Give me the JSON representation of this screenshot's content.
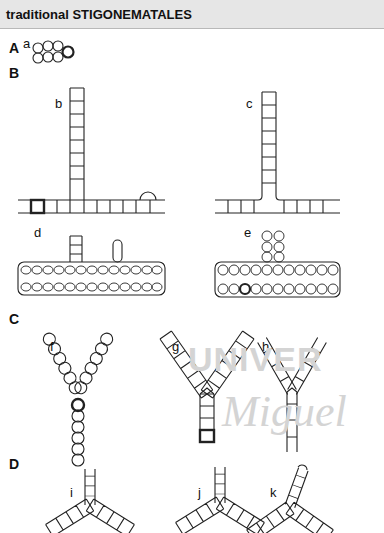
{
  "diagram": {
    "title": "traditional STIGONEMATALES",
    "labels": [
      "A",
      "a",
      "B",
      "b",
      "c",
      "d",
      "e",
      "C",
      "f",
      "g",
      "h",
      "D",
      "i",
      "j",
      "k",
      "UNIVER",
      "Miguel"
    ]
  }
}
